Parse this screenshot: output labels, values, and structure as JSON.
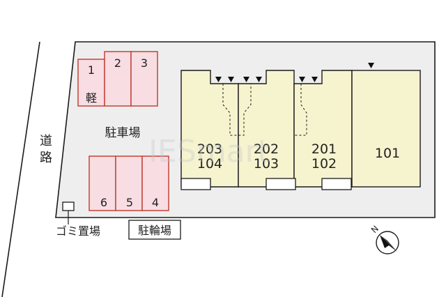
{
  "road": {
    "label_line1": "道",
    "label_line2": "路"
  },
  "parking": {
    "label": "駐車場",
    "spaces": [
      "1",
      "2",
      "3",
      "4",
      "5",
      "6"
    ],
    "kei_label": "軽"
  },
  "units": {
    "pair_a_upper": "203",
    "pair_a_lower": "104",
    "pair_b_upper": "202",
    "pair_b_lower": "103",
    "pair_c_upper": "201",
    "pair_c_lower": "102",
    "single": "101"
  },
  "garbage": {
    "label": "ゴミ置場"
  },
  "bicycle": {
    "label": "駐輪場"
  },
  "compass": {
    "label": "N"
  },
  "watermark": {
    "text": "IESmart"
  },
  "colors": {
    "background": "#ffffff",
    "site_fill": "#eeeeee",
    "outline": "#1a1a1a",
    "parking_fill": "#f8dde3",
    "parking_stroke": "#c0392b",
    "building_fill": "#f6f3cf",
    "text": "#222222"
  }
}
